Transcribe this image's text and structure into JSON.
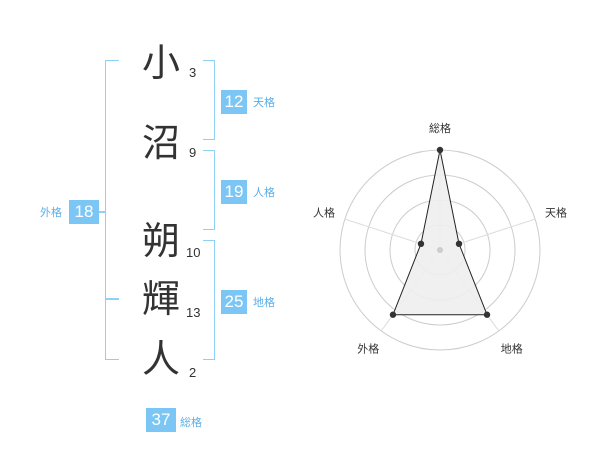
{
  "name": {
    "characters": [
      {
        "char": "小",
        "strokes": "3"
      },
      {
        "char": "沼",
        "strokes": "9"
      },
      {
        "char": "朔",
        "strokes": "10"
      },
      {
        "char": "輝",
        "strokes": "13"
      },
      {
        "char": "人",
        "strokes": "2"
      }
    ]
  },
  "kakusu": {
    "tenkaku": {
      "value": "12",
      "label": "天格"
    },
    "jinkaku": {
      "value": "19",
      "label": "人格"
    },
    "chikaku": {
      "value": "25",
      "label": "地格"
    },
    "gaikaku": {
      "value": "18",
      "label": "外格"
    },
    "soukaku": {
      "value": "37",
      "label": "総格"
    }
  },
  "chart_data": {
    "type": "radar",
    "axes": [
      "総格",
      "天格",
      "地格",
      "外格",
      "人格"
    ],
    "values": [
      5,
      1,
      4,
      4,
      1
    ],
    "max": 5,
    "rings": 4,
    "colors": {
      "fill": "#eeeeee",
      "stroke": "#222222",
      "grid": "#cccccc"
    }
  }
}
